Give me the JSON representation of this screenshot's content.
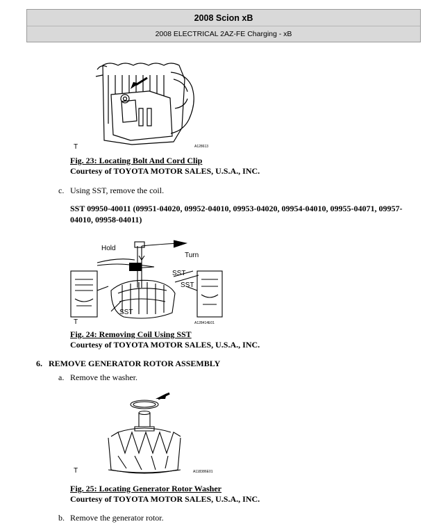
{
  "header": {
    "title": "2008 Scion xB",
    "subtitle": "2008 ELECTRICAL 2AZ-FE Charging - xB"
  },
  "fig23": {
    "title": "Fig. 23: Locating Bolt And Cord Clip",
    "courtesy": "Courtesy of TOYOTA MOTOR SALES, U.S.A., INC.",
    "corner": "T",
    "code": "A128613"
  },
  "step_c": {
    "marker": "c.",
    "text": "Using SST, remove the coil."
  },
  "sst_line": "SST 09950-40011 (09951-04020, 09952-04010, 09953-04020, 09954-04010, 09955-04071, 09957-04010, 09958-04011)",
  "fig24": {
    "labels": {
      "hold": "Hold",
      "turn": "Turn",
      "sst_a": "SST",
      "sst_b": "SST",
      "sst_c": "SST"
    },
    "corner": "T",
    "code": "A128414E01",
    "title": "Fig. 24: Removing Coil Using SST",
    "courtesy": "Courtesy of TOYOTA MOTOR SALES, U.S.A., INC."
  },
  "section6": {
    "number": "6.",
    "title": "REMOVE GENERATOR ROTOR ASSEMBLY"
  },
  "step_a": {
    "marker": "a.",
    "text": "Remove the washer."
  },
  "fig25": {
    "corner": "T",
    "code": "A118386E01",
    "title": "Fig. 25: Locating Generator Rotor Washer",
    "courtesy": "Courtesy of TOYOTA MOTOR SALES, U.S.A., INC."
  },
  "step_b": {
    "marker": "b.",
    "text": "Remove the generator rotor."
  }
}
